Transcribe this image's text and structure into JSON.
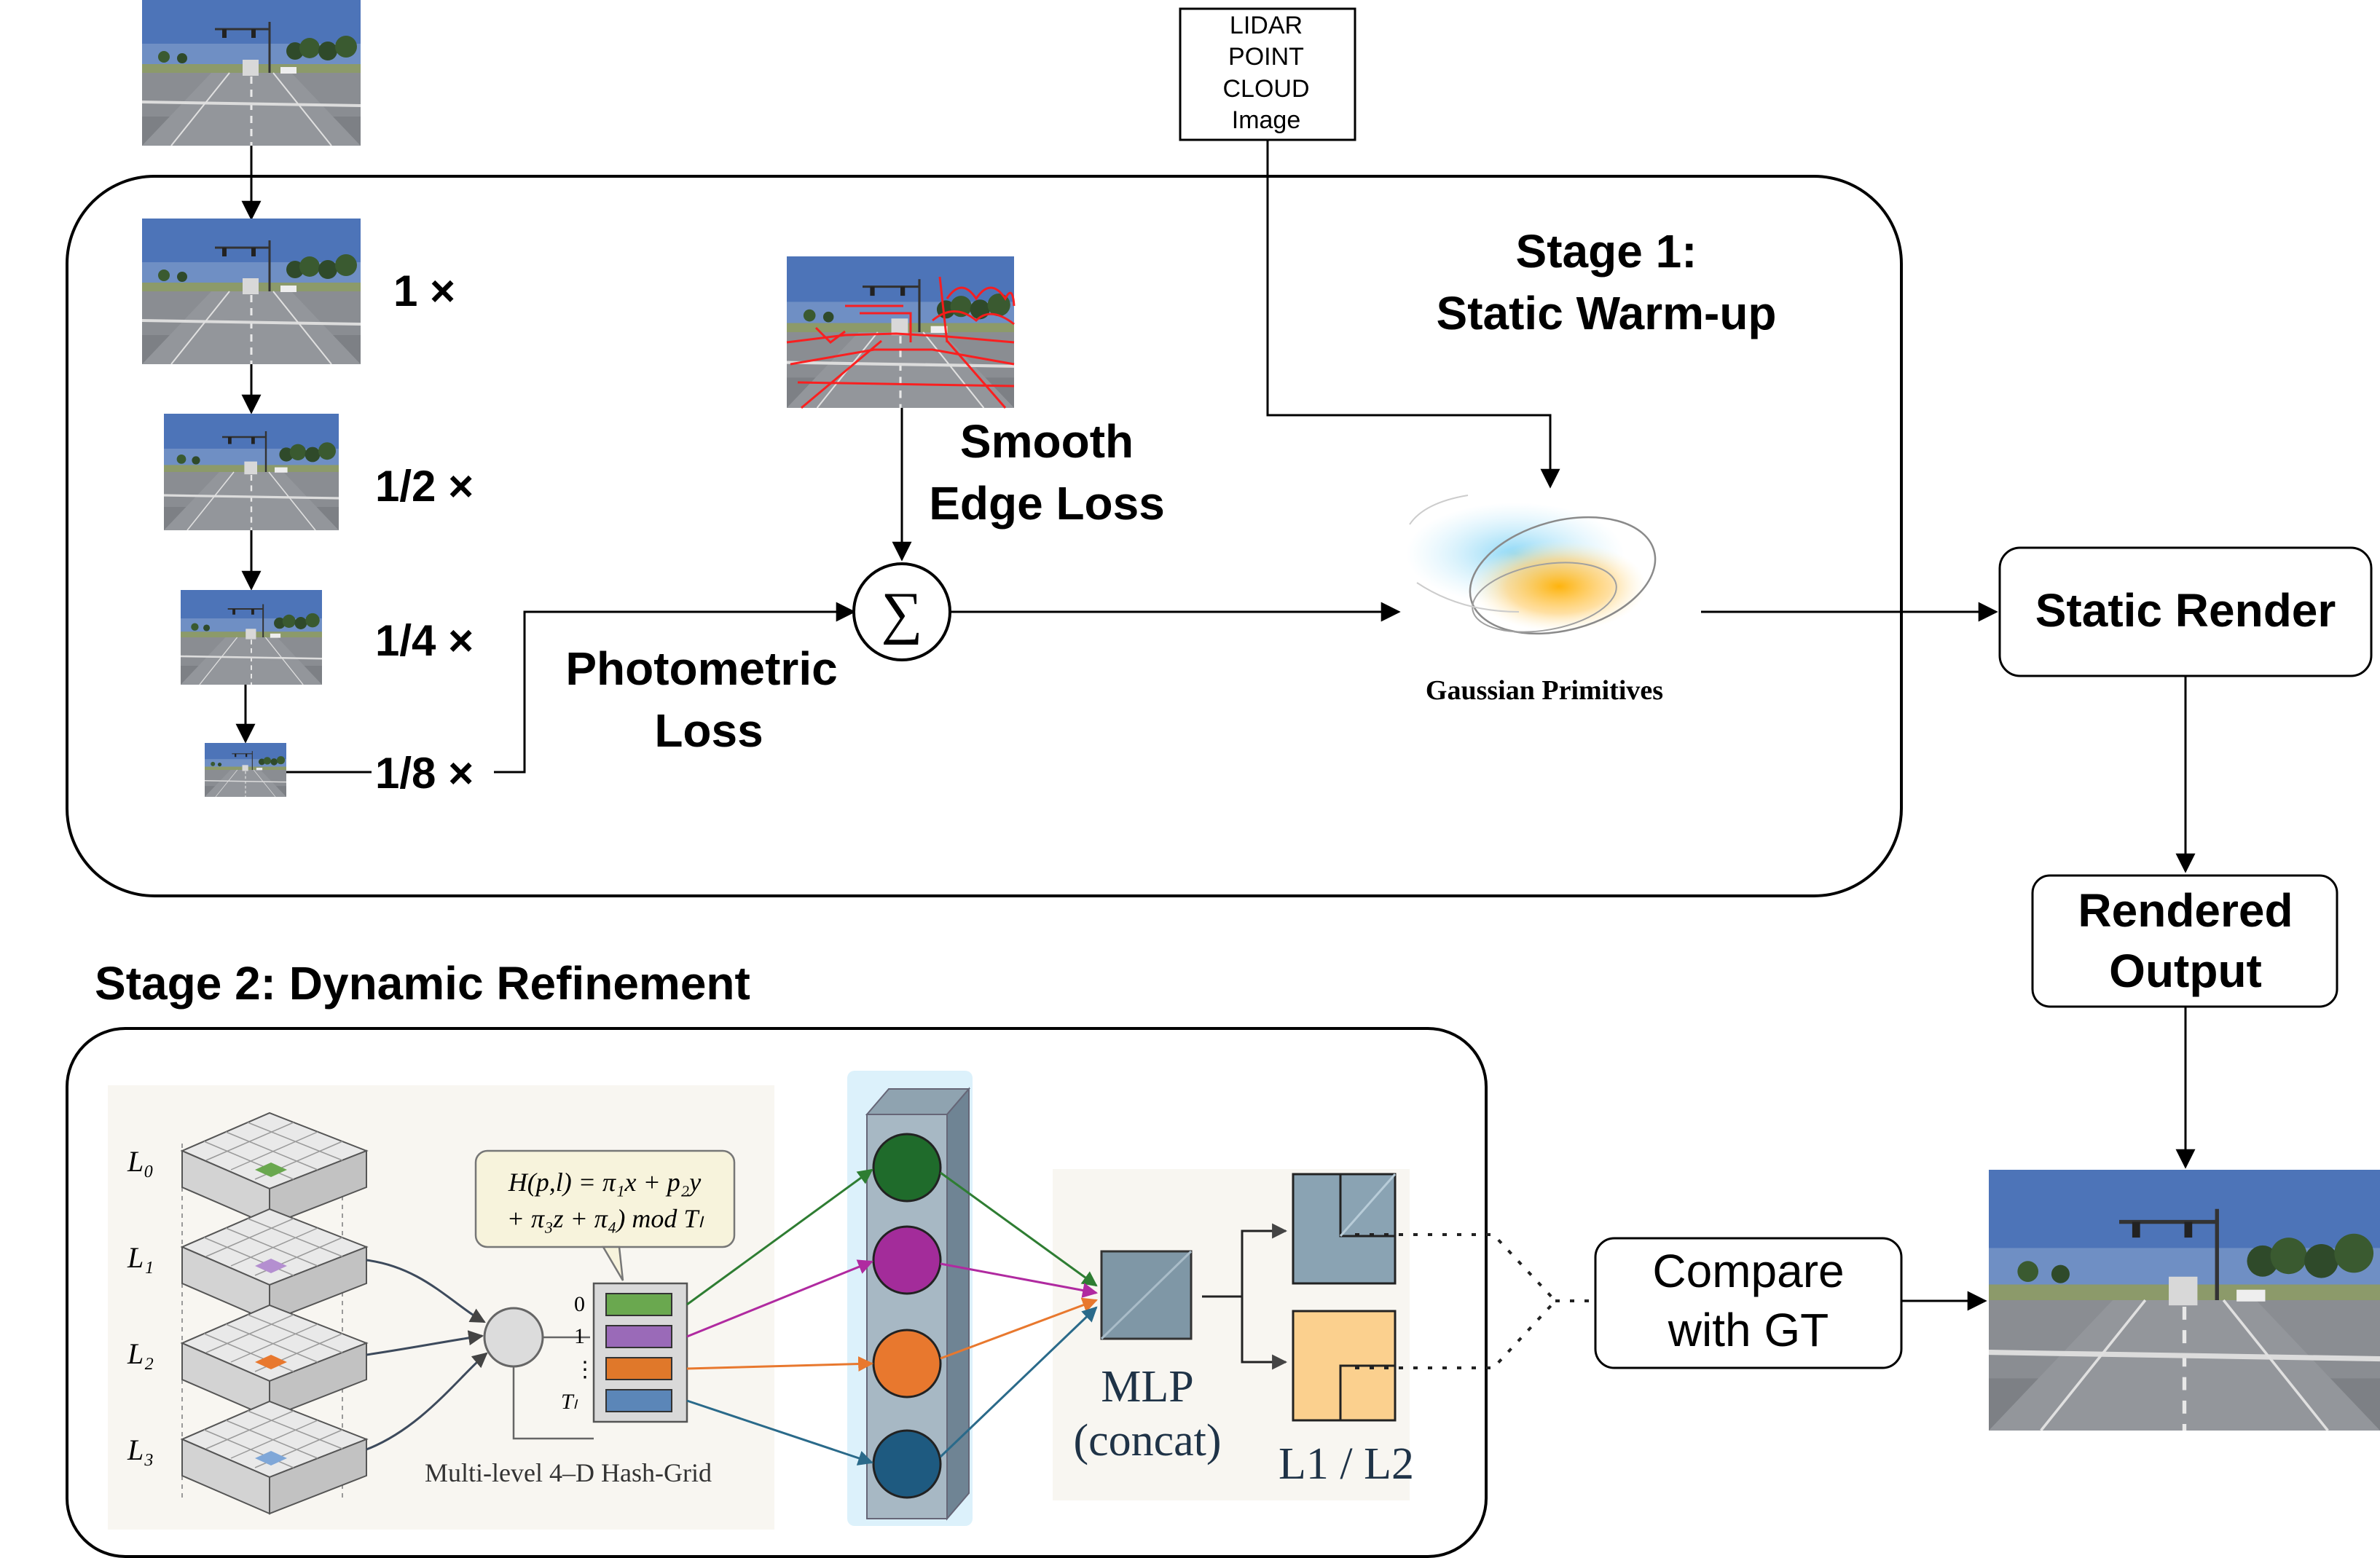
{
  "lidar": {
    "lines": [
      "LIDAR",
      "POINT",
      "CLOUD",
      "Image"
    ]
  },
  "stage1": {
    "title_line1": "Stage 1:",
    "title_line2": "Static Warm-up"
  },
  "scales": {
    "s1": "1 ×",
    "s2": "1/2 ×",
    "s4": "1/4 ×",
    "s8": "1/8 ×"
  },
  "losses": {
    "smooth_line1": "Smooth",
    "smooth_line2": "Edge Loss",
    "photo_line1": "Photometric",
    "photo_line2": "Loss",
    "sum_symbol": "∑"
  },
  "gaussian": {
    "label": "Gaussian Primitives"
  },
  "outputs": {
    "static_render": "Static Render",
    "rendered_line1": "Rendered",
    "rendered_line2": "Output",
    "compare_line1": "Compare",
    "compare_line2": "with GT"
  },
  "stage2": {
    "title": "Stage 2: Dynamic Refinement",
    "levels": [
      "L₀",
      "L₁",
      "L₂",
      "L₃"
    ],
    "hash_formula_line1": "H(p,l) = π₁x + p₂y",
    "hash_formula_line2": "+ π₃z + π₄) mod Tₗ",
    "table_indices": [
      "0",
      "1",
      "⋮",
      "Tₗ"
    ],
    "grid_caption": "Multi-level 4–D Hash-Grid",
    "mlp_line1": "MLP",
    "mlp_line2": "(concat)",
    "loss_label": "L1 / L2"
  },
  "colors": {
    "green": "#4a8a3a",
    "purple": "#9a6ab8",
    "orange": "#e0782a",
    "blue": "#5b86b8",
    "node_green": "#1f6b2b",
    "node_magenta": "#a32c9a",
    "node_orange": "#e8782e",
    "node_blue": "#1e5a80",
    "sky": "#4d74b8",
    "road": "#8a8d92"
  }
}
